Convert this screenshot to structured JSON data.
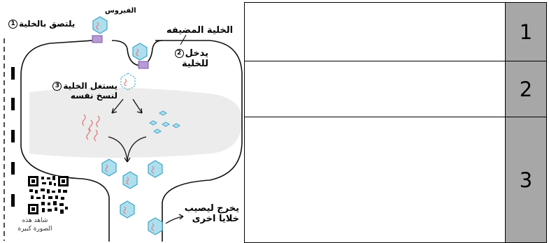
{
  "diagram": {
    "virus_label": "الفيروس",
    "step1_label": "يلتصق بالخلية",
    "step1_num": "1",
    "host_cell_label": "الخلية المضيفه",
    "step2_line1": "يدخل",
    "step2_line2": "للخلية",
    "step2_num": "2",
    "step3_line1": "يستغل الخلية",
    "step3_line2": "لنسخ نفسه",
    "step3_num": "3",
    "exit_line1": "يخرج ليصيب",
    "exit_line2": "خلايا اخرى",
    "qr_caption_line1": "شاهد هذه",
    "qr_caption_line2": "الصورة كبيرة"
  },
  "table": {
    "rows": [
      {
        "number": "1",
        "text": ""
      },
      {
        "number": "2",
        "text": ""
      },
      {
        "number": "3",
        "text": ""
      }
    ]
  },
  "colors": {
    "number_cell_fill": "#a7a7a7",
    "cytoplasm_band": "#ececec",
    "virus_capsid": "#aedfee",
    "virus_outline": "#3fa5c6",
    "rna_strand": "#e07f7f",
    "receptor": "#b79ad6"
  }
}
